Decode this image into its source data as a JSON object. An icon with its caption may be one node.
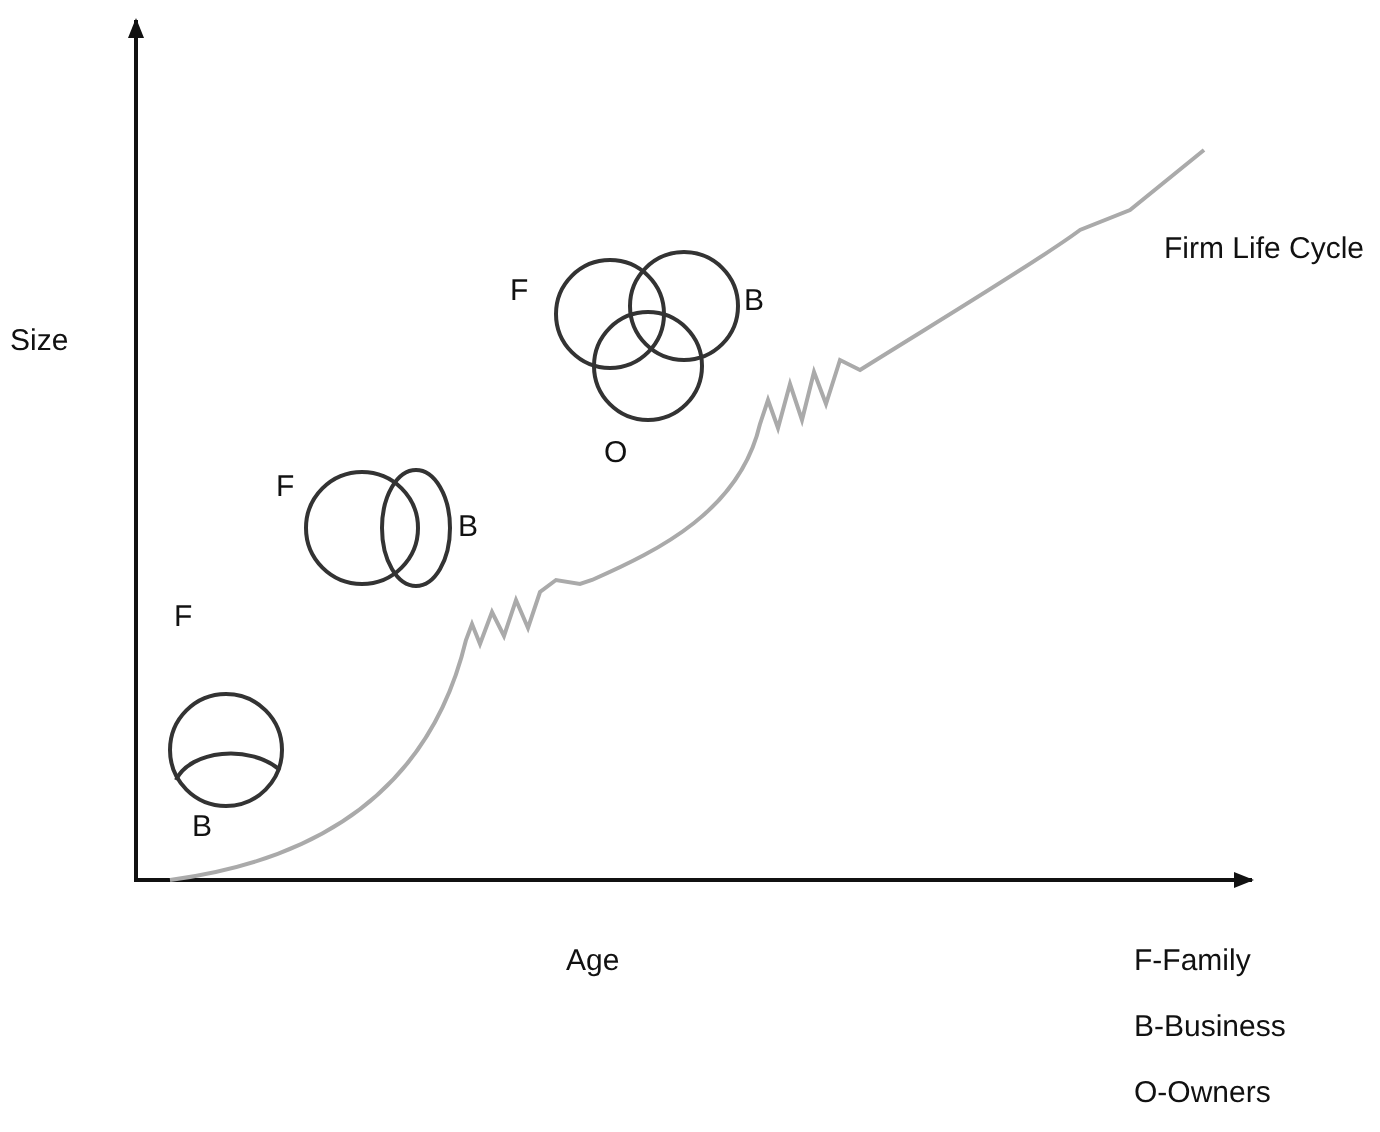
{
  "diagram": {
    "labels": [
      "Firm Life Cycle",
      "F",
      "B",
      "Size",
      "O",
      "F",
      "B",
      "F",
      "B",
      "Age",
      "F-Family",
      "B-Business",
      "O-Owners"
    ]
  }
}
